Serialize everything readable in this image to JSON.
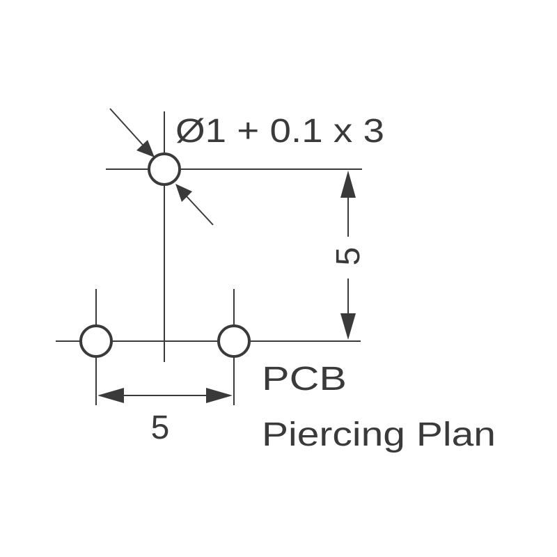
{
  "diagram": {
    "hole_spec": "Ø1 + 0.1 x 3",
    "vertical_dimension": "5",
    "horizontal_dimension": "5",
    "caption_line1": "PCB",
    "caption_line2": "Piercing Plan",
    "line_color": "#3a3a3a",
    "background_color": "#ffffff"
  }
}
